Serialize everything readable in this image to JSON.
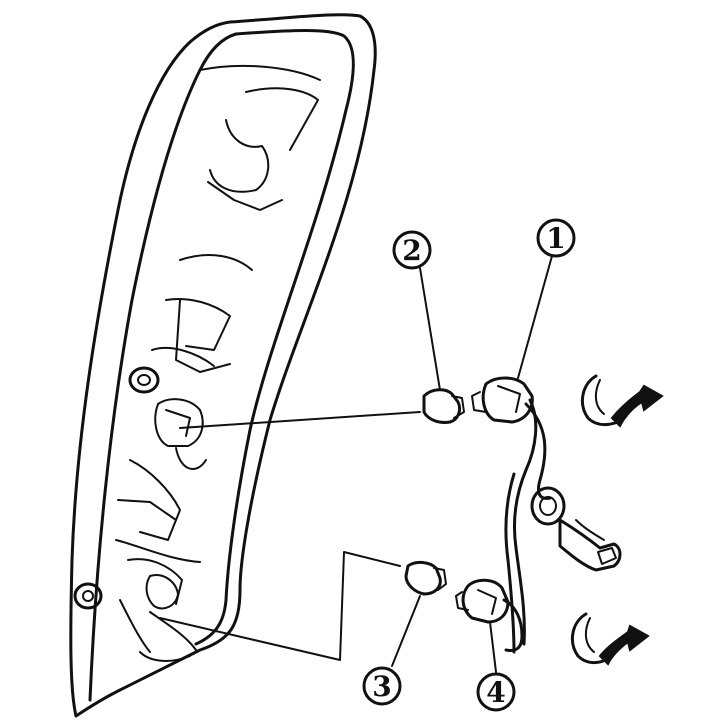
{
  "diagram": {
    "callouts": [
      {
        "id": "1",
        "label": "1"
      },
      {
        "id": "2",
        "label": "2"
      },
      {
        "id": "3",
        "label": "3"
      },
      {
        "id": "4",
        "label": "4"
      }
    ],
    "colors": {
      "ink": "#111111",
      "background": "#ffffff"
    },
    "icons": [
      "rotate-arrow-icon",
      "rotate-arrow-icon"
    ]
  }
}
